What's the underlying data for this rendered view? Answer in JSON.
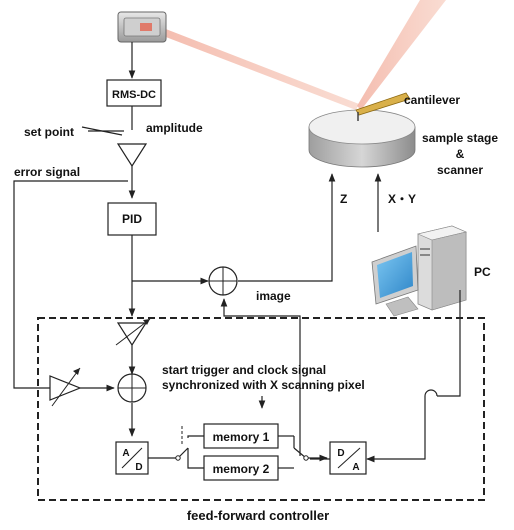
{
  "labels": {
    "rms_dc": "RMS-DC",
    "set_point": "set point",
    "amplitude": "amplitude",
    "error_signal": "error signal",
    "pid": "PID",
    "z": "Z",
    "xy": "X・Y",
    "image": "image",
    "pc": "PC",
    "cantilever": "cantilever",
    "sample_stage_1": "sample stage",
    "sample_stage_2": "&",
    "sample_stage_3": "scanner",
    "trigger_line1": "start trigger and clock signal",
    "trigger_line2": "synchronized with X scanning pixel",
    "memory1": "memory 1",
    "memory2": "memory 2",
    "ad_top": "A",
    "ad_bottom": "D",
    "da_top": "D",
    "da_bottom": "A",
    "feed_forward_controller": "feed-forward controller"
  },
  "colors": {
    "laser": "#e9a08e",
    "line": "#222222",
    "stage_top": "#eeeeee",
    "stage_side": "#b5b5b5",
    "cantilever": "#d9b04a",
    "monitor_screen": "#4aa7e3"
  }
}
